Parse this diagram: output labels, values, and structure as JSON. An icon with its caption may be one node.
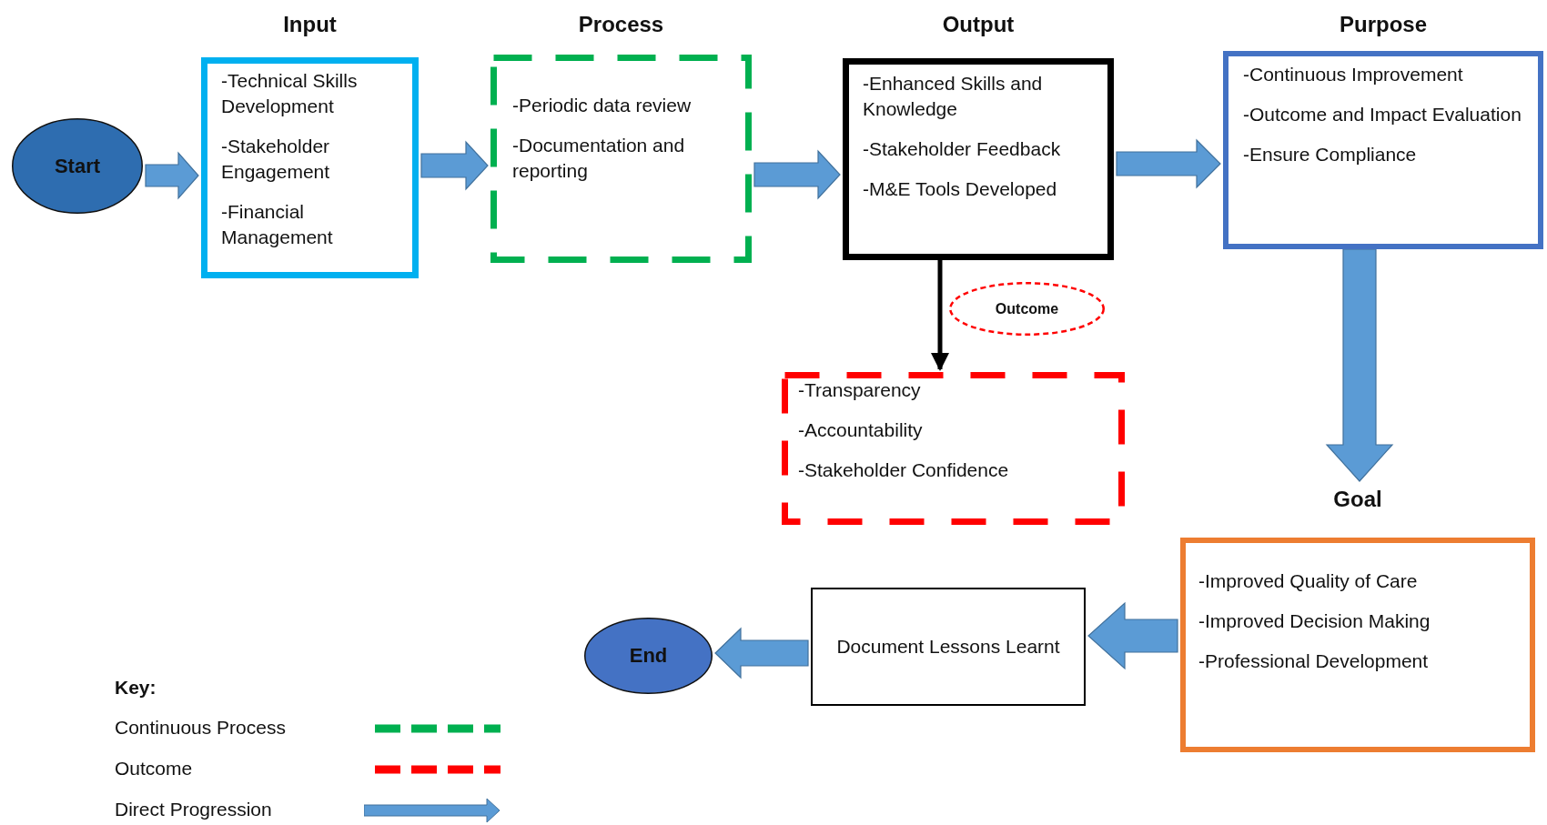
{
  "diagram": {
    "nodes": [
      {
        "text": [
          "Start"
        ]
      },
      {
        "text": [
          "Input",
          "-Technical Skills Development",
          "-Stakeholder Engagement",
          "-Financial Management"
        ]
      },
      {
        "text": [
          "Process",
          "-Periodic data review",
          "-Documentation and reporting"
        ]
      },
      {
        "text": [
          "Output",
          "-Enhanced Skills and Knowledge",
          "-Stakeholder Feedback",
          "-M&E Tools Developed"
        ]
      },
      {
        "text": [
          "Purpose",
          "-Continuous Improvement",
          "-Outcome and Impact Evaluation",
          "-Ensure Compliance"
        ]
      },
      {
        "text": [
          "Outcome"
        ]
      },
      {
        "text": [
          "-Transparency",
          "-Accountability",
          "-Stakeholder Confidence"
        ]
      },
      {
        "text": [
          "Goal",
          "-Improved Quality of Care",
          "-Improved Decision Making",
          "-Professional Development"
        ]
      },
      {
        "text": [
          "Document Lessons Learnt"
        ]
      },
      {
        "text": [
          "End"
        ]
      }
    ],
    "edges": [
      {
        "from": 0,
        "to": 1,
        "arrow": "to"
      },
      {
        "from": 1,
        "to": 2,
        "arrow": "to"
      },
      {
        "from": 2,
        "to": 3,
        "arrow": "to"
      },
      {
        "from": 3,
        "to": 4,
        "arrow": "to"
      },
      {
        "from": 3,
        "to": 6,
        "arrow": "to",
        "color": "#000000"
      },
      {
        "from": 4,
        "to": 7,
        "arrow": "to"
      },
      {
        "from": 7,
        "to": 8,
        "arrow": "to"
      },
      {
        "from": 8,
        "to": 9,
        "arrow": "to"
      }
    ],
    "labels": [
      "Key:"
    ],
    "legend": [
      {
        "text": "Continuous Process"
      },
      {
        "text": "Outcome"
      },
      {
        "text": "Direct Progression"
      }
    ]
  }
}
